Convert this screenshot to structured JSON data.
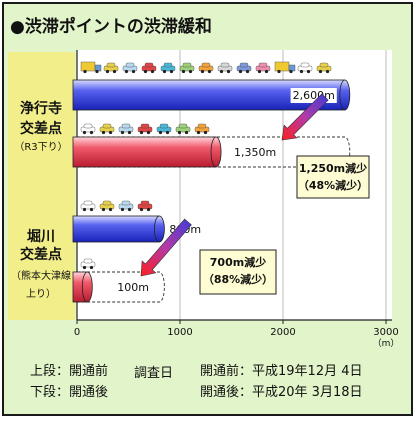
{
  "title": "●渋滞ポイントの渋滞緩和",
  "chart_data": {
    "type": "bar",
    "xlim": [
      0,
      3000
    ],
    "xticks": [
      "0",
      "1000",
      "2000",
      "3000"
    ],
    "x_unit": "（m）",
    "groups": [
      {
        "label_lines": [
          "浄行寺",
          "交差点",
          "（R3下り）"
        ],
        "before": {
          "value": 2600,
          "label": "2,600m"
        },
        "after": {
          "value": 1350,
          "label": "1,350m"
        },
        "reduction": [
          "1,250m減少",
          "（48%減少）"
        ]
      },
      {
        "label_lines": [
          "堀川",
          "交差点",
          "（熊本大津線",
          "上り）"
        ],
        "before": {
          "value": 800,
          "label": "800m"
        },
        "after": {
          "value": 100,
          "label": "100m"
        },
        "reduction": [
          "700m減少",
          "（88%減少）"
        ]
      }
    ],
    "colors": {
      "before": "#2a35d6",
      "after": "#e23a4e",
      "label_panel": "#f2ef8a",
      "callout": "#fdfcd2"
    }
  },
  "legend": {
    "upper": "上段：開通前",
    "lower": "下段：開通後",
    "survey": "調査日",
    "before_date": "開通前：平成19年12月 4日",
    "after_date": "開通後：平成20年 3月18日"
  }
}
